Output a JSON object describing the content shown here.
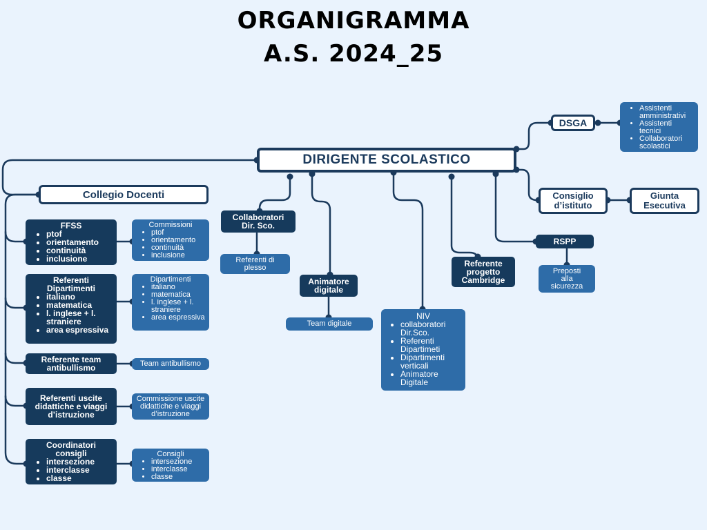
{
  "title": {
    "line1": "ORGANIGRAMMA",
    "line2": "A.S. 2024_25"
  },
  "dirigente": "DIRIGENTE SCOLASTICO",
  "dsga": {
    "label": "DSGA",
    "staff": [
      "Assistenti amministrativi",
      "Assistenti tecnici",
      "Collaboratori scolastici"
    ]
  },
  "consiglio_istituto": "Consiglio d’istituto",
  "giunta": "Giunta Esecutiva",
  "rspp": {
    "label": "RSPP",
    "sub": "Preposti alla sicurezza"
  },
  "collaboratori": {
    "label": "Collaboratori Dir. Sco.",
    "sub": "Referenti di plesso"
  },
  "animatore": {
    "label": "Animatore digitale",
    "sub": "Team digitale"
  },
  "niv": {
    "head": "NIV",
    "items": [
      "collaboratori Dir.Sco.",
      "Referenti Dipartimeti",
      "Dipartimenti verticali",
      "Animatore Digitale"
    ]
  },
  "cambridge": "Referente progetto Cambridge",
  "collegio": "Collegio Docenti",
  "ffss": {
    "head": "FFSS",
    "items": [
      "ptof",
      "orientamento",
      "continuità",
      "inclusione"
    ],
    "sub_head": "Commissioni",
    "sub_items": [
      "ptof",
      "orientamento",
      "continuità",
      "inclusione"
    ]
  },
  "dipartimenti": {
    "head": "Referenti Dipartimenti",
    "items": [
      "italiano",
      "matematica",
      "l. inglese + l. straniere",
      "area espressiva"
    ],
    "sub_head": "Dipartimenti",
    "sub_items": [
      "italiano",
      "matematica",
      "l. inglese + l. straniere",
      "area espressiva"
    ]
  },
  "antibullismo": {
    "label": "Referente team antibullismo",
    "sub": "Team antibullismo"
  },
  "uscite": {
    "label": "Referenti uscite didattiche e viaggi d’istruzione",
    "sub": "Commissione uscite didattiche e viaggi d’istruzione"
  },
  "coordinatori": {
    "head": "Coordinatori consigli",
    "items": [
      "intersezione",
      "interclasse",
      "classe"
    ],
    "sub_head": "Consigli",
    "sub_items": [
      "intersezione",
      "interclasse",
      "classe"
    ]
  },
  "colors": {
    "background": "#eaf3fd",
    "dark_box": "#163a5c",
    "light_box": "#2e6ca8",
    "connector": "#1b3a5c"
  }
}
